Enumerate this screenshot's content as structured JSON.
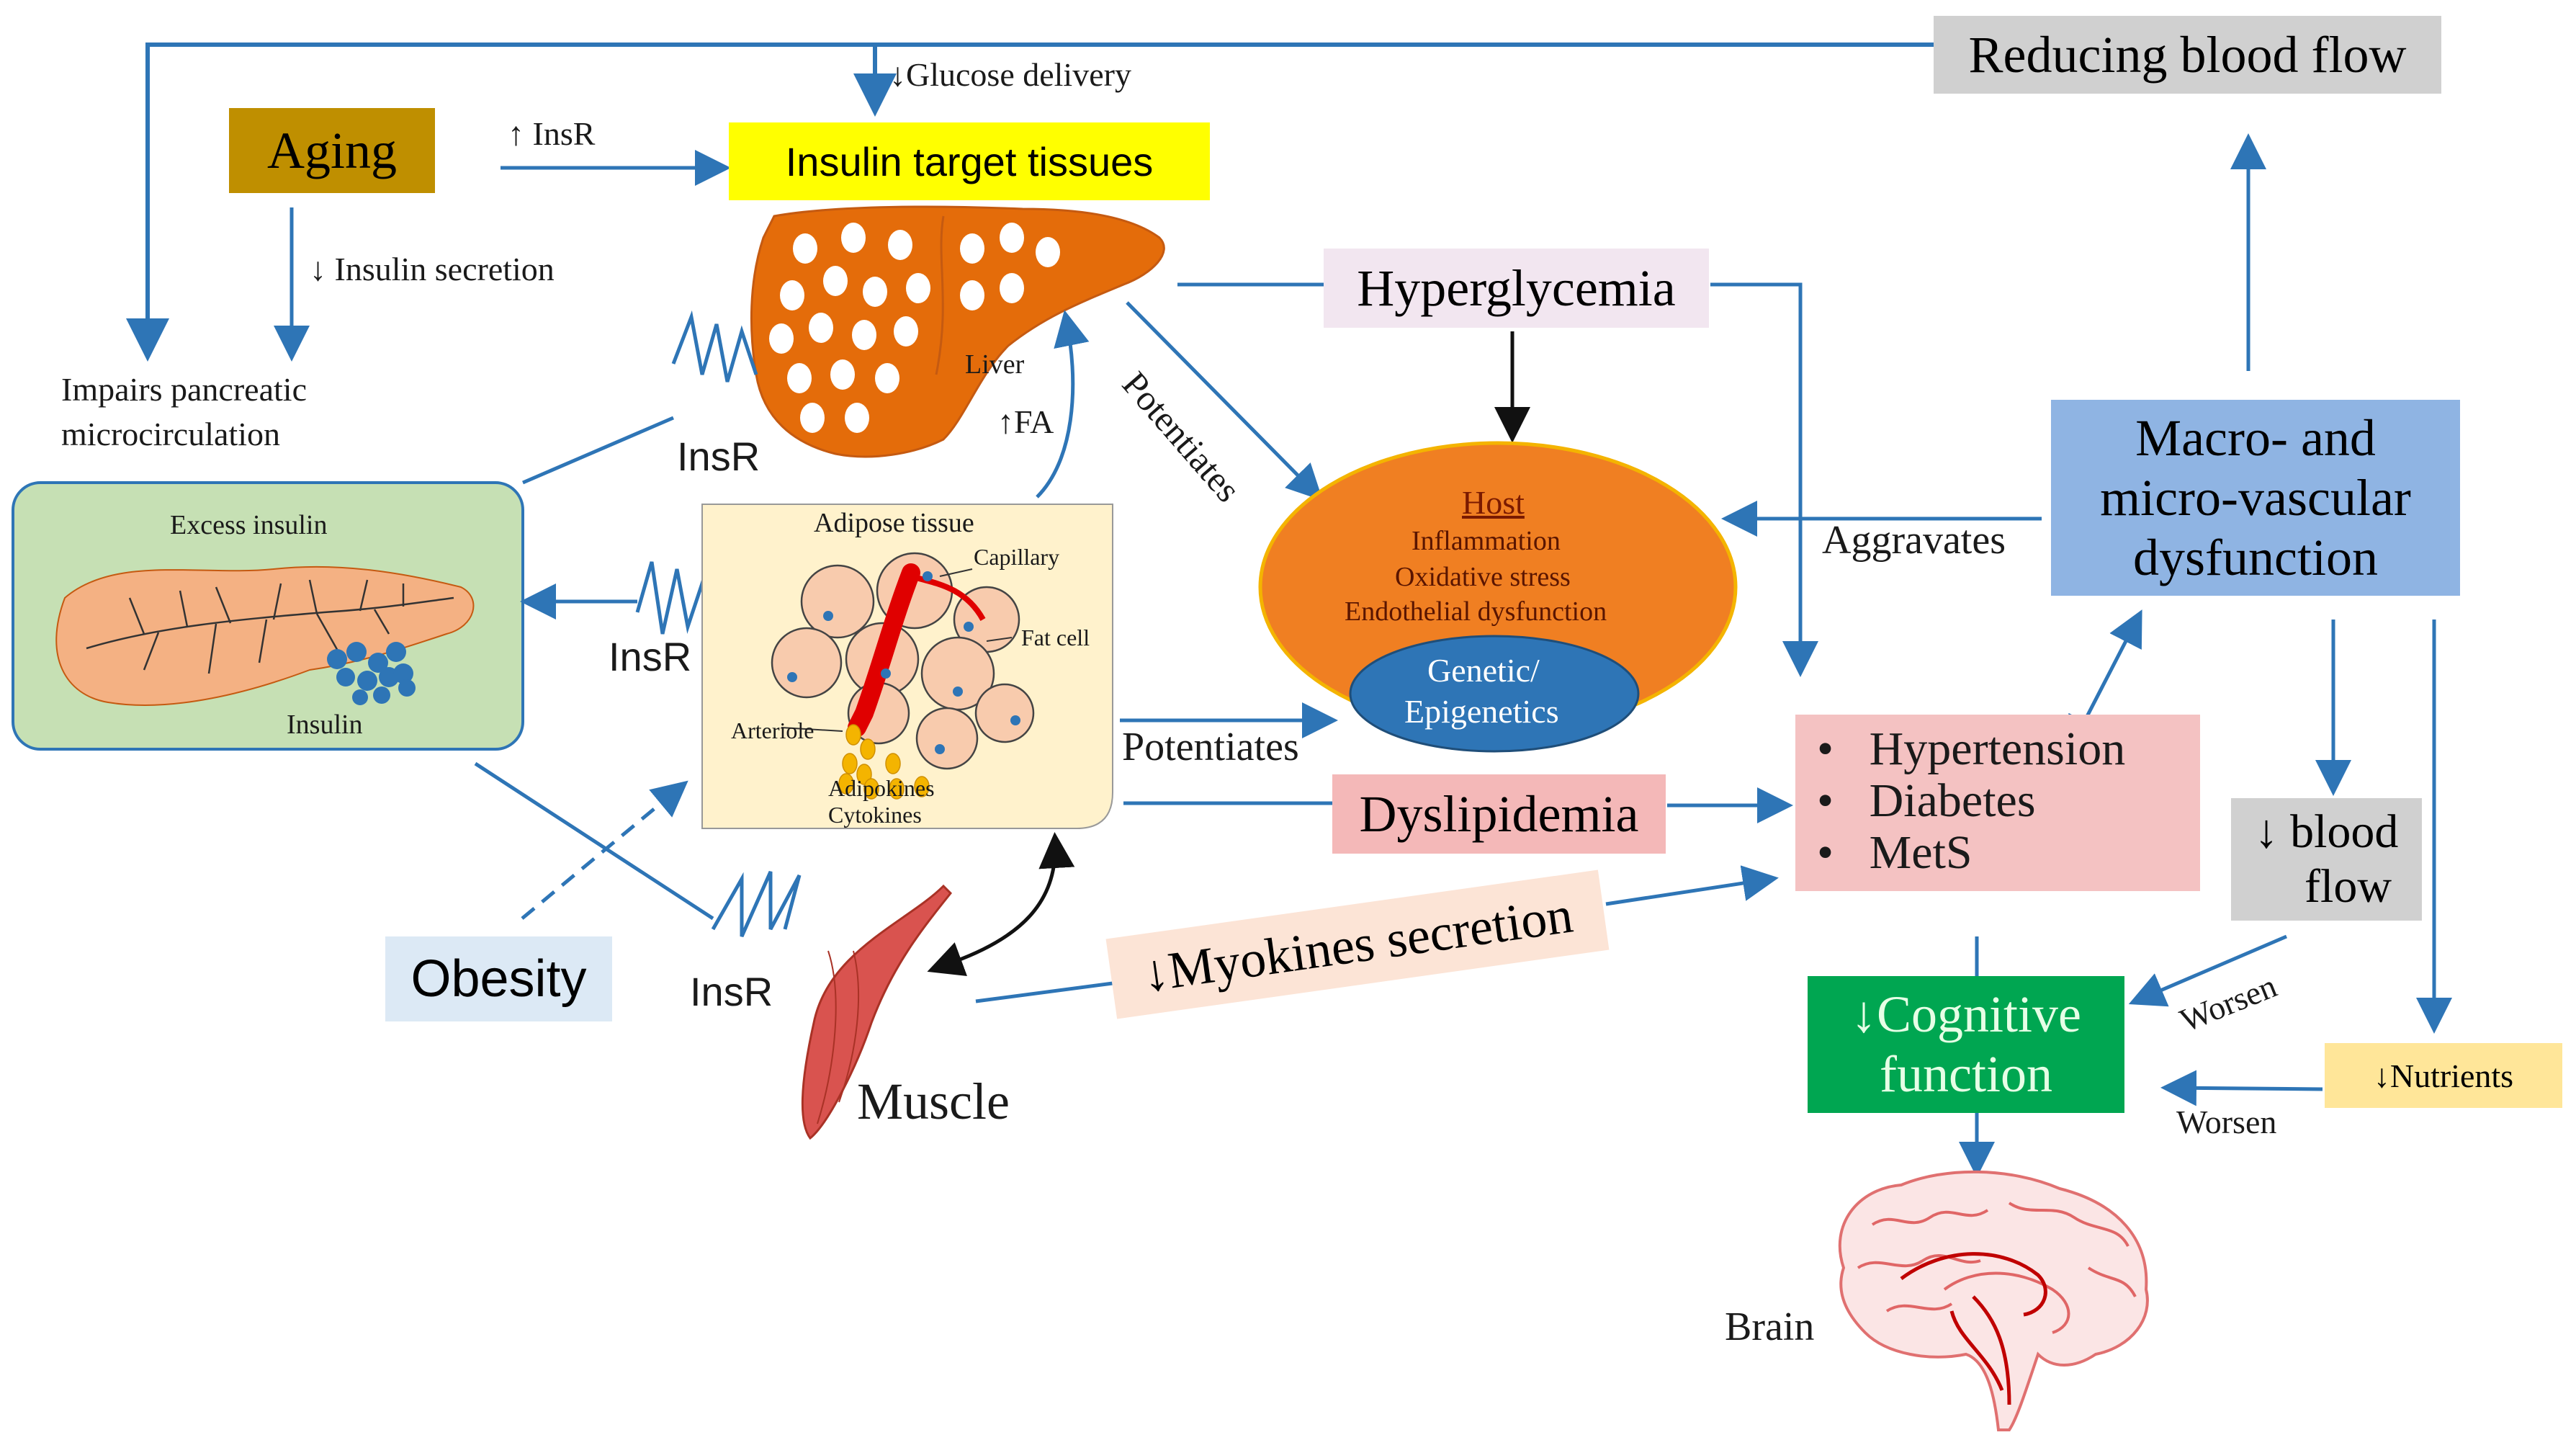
{
  "diagram": {
    "reducing_blood_flow": "Reducing blood flow",
    "glucose_delivery": "↓Glucose delivery",
    "aging": "Aging",
    "insr_up": "↑ InsR",
    "insulin_target_tissues": "Insulin target tissues",
    "insulin_secretion": "↓ Insulin secretion",
    "impairs_pancreatic": "Impairs pancreatic",
    "microcirculation": "microcirculation",
    "liver": "Liver",
    "fa": "↑FA",
    "insr_liver": "InsR",
    "insr_adipose": "InsR",
    "insr_muscle": "InsR",
    "excess_insulin": "Excess insulin",
    "insulin": "Insulin",
    "adipose_tissue": "Adipose tissue",
    "capillary": "Capillary",
    "fat_cell": "Fat cell",
    "arteriole": "Arteriole",
    "adipokines": "Adipokines",
    "cytokines": "Cytokines",
    "hyperglycemia": "Hyperglycemia",
    "potentiates_diag": "Potentiates",
    "potentiates": "Potentiates",
    "host": "Host",
    "inflammation": "Inflammation",
    "oxidative_stress": "Oxidative  stress",
    "endothelial_dysfunction": "Endothelial dysfunction",
    "genetic": "Genetic/",
    "epigenetics": "Epigenetics",
    "aggravates": "Aggravates",
    "macro_line1": "Macro- and",
    "macro_line2": "micro-vascular",
    "macro_line3": "dysfunction",
    "dyslipidemia": "Dyslipidemia",
    "conditions": [
      "Hypertension",
      "Diabetes",
      "MetS"
    ],
    "obesity": "Obesity",
    "myokines": "↓Myokines secretion",
    "muscle": "Muscle",
    "blood_flow_line1": "↓ blood",
    "blood_flow_line2": "flow",
    "cognitive_line1": "↓Cognitive",
    "cognitive_line2": "function",
    "worsen_top": "Worsen",
    "worsen_bottom": "Worsen",
    "nutrients": "↓Nutrients",
    "brain": "Brain"
  },
  "colors": {
    "arrow": "#2e75b6",
    "aging_box": "#bf8f00",
    "target_box": "#ffff00",
    "liver": "#e46c0a",
    "host_oval": "#f07f22",
    "genetic_oval": "#2e75b6",
    "macro_box": "#8fb4e3",
    "hyperglycemia_box": "#f2e6f0",
    "dyslipidemia_box": "#f4b8b8",
    "conditions_box": "#f4c2c2",
    "blood_flow_box": "#d0d0d0",
    "reducing_box": "#d0d0d0",
    "cognitive_box": "#00a651",
    "nutrients_box": "#ffe699",
    "myokines_box": "#fce4d6",
    "obesity_box": "#dce9f5",
    "pancreas_panel": "#c6e0b4",
    "adipose_panel": "#fff2cc"
  }
}
